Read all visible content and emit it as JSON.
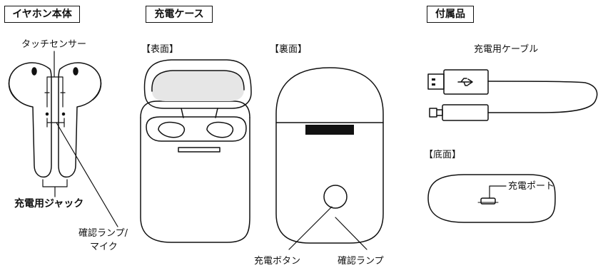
{
  "sections": {
    "earphone": "イヤホン本体",
    "case": "充電ケース",
    "accessories": "付属品"
  },
  "earphone": {
    "touch_sensor": "タッチセンサー",
    "charging_jack": "充電用ジャック",
    "lamp_mic_line1": "確認ランプ/",
    "lamp_mic_line2": "マイク"
  },
  "case": {
    "front_label": "【表面】",
    "back_label": "【裏面】",
    "charge_button": "充電ボタン",
    "status_lamp": "確認ランプ"
  },
  "accessories": {
    "cable": "充電用ケーブル",
    "bottom_label": "【底面】",
    "charge_port": "充電ポート"
  },
  "colors": {
    "line": "#111111",
    "lid_inner": "#e6e6e6",
    "slot": "#111111"
  }
}
